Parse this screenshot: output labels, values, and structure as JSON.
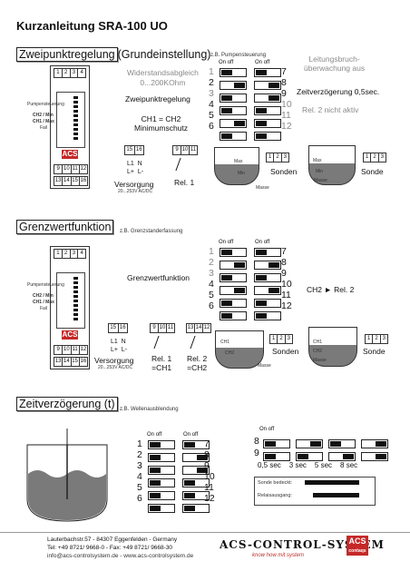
{
  "title": "Kurzanleitung SRA-100 UO",
  "section1": {
    "heading_a": "Zweipunktregelung",
    "heading_b": "(Grundeinstellung)",
    "example": "z.B. Pumpensteuerung",
    "col_on": "On",
    "col_off": "off",
    "left_numbers": [
      "1",
      "2",
      "3",
      "4",
      "5",
      "6"
    ],
    "right_numbers": [
      "7",
      "8",
      "9",
      "10",
      "11",
      "12"
    ],
    "resistance": "Widerstandsabgleich\n0...200KOhm",
    "two_point": "Zweipunktregelung",
    "ch_equal": "CH1 = CH2\nMinimumschutz",
    "wire_break": "Leitungsbruch-\nüberwachung aus",
    "delay": "Zeitverzögerung 0,5sec.",
    "rel2": "Rel. 2 nicht aktiv",
    "supply_terms": [
      "15",
      "16"
    ],
    "supply_label": "L1  N\nL+  L-",
    "supply_name": "Versorgung",
    "supply_range": "20...253V AC/DC",
    "rel_terms": [
      "9",
      "10",
      "11"
    ],
    "rel1": "Rel. 1",
    "sonde_terms": [
      "1",
      "2",
      "3"
    ],
    "sonden": "Sonden",
    "sonde": "Sonde",
    "tank_labels": [
      "Max",
      "Min",
      "Masse"
    ]
  },
  "section2": {
    "heading": "Grenzwertfunktion",
    "example": "z.B. Grenzstanderfassung",
    "col_on": "On",
    "col_off": "off",
    "left_numbers": [
      "1",
      "2",
      "3",
      "4",
      "5",
      "6"
    ],
    "right_numbers": [
      "7",
      "8",
      "9",
      "10",
      "11",
      "12"
    ],
    "limit_fn": "Grenzwertfunktion",
    "ch2_rel2": "CH2  ►  Rel. 2",
    "supply_terms": [
      "15",
      "16"
    ],
    "supply_label": "L1  N\nL+  L-",
    "supply_name": "Versorgung",
    "supply_range": "20...253V AC/DC",
    "rel1_terms": [
      "9",
      "10",
      "11"
    ],
    "rel2_terms": [
      "13",
      "14",
      "12"
    ],
    "rel1": "Rel. 1\n=CH1",
    "rel2": "Rel. 2\n=CH2",
    "sonden": "Sonden",
    "sonde": "Sonde",
    "tank_labels": [
      "CH1",
      "CH2",
      "Masse"
    ]
  },
  "section3": {
    "heading": "Zeitverzögerung (t)",
    "example": "z.B. Wellenausblendung",
    "col_on": "On",
    "col_off": "off",
    "left_numbers": [
      "1",
      "2",
      "3",
      "4",
      "5",
      "6"
    ],
    "right_numbers": [
      "7",
      "8",
      "9",
      "10",
      "11",
      "12"
    ],
    "delay_numbers": [
      "8",
      "9"
    ],
    "delays": [
      "0,5 sec",
      "3 sec",
      "5 sec",
      "8 sec"
    ],
    "probe_covered": "Sonde bedeckt:",
    "relay_output": "Relaisausgang:"
  },
  "device": {
    "top_terms": [
      "1",
      "2",
      "3",
      "4"
    ],
    "mid_terms": [
      "9",
      "10",
      "11",
      "12"
    ],
    "bot_terms": [
      "13",
      "14",
      "15",
      "16"
    ],
    "labels": [
      "Pumpensteuerung",
      "CH2 / Min",
      "CH1 / Max",
      "Fail"
    ],
    "badge": "ACS"
  },
  "footer": {
    "address": "Lauterbachstr.57 - 84307 Eggenfelden - Germany",
    "phone": "Tel: +49 8721/ 9668-0 - Fax: +49 8721/ 9668-30",
    "web": "info@acs-controlsystem.de - www.acs-controlsystem.de",
    "brand": "ACS-CONTROL-SYSTEM",
    "slogan": "know how mit system",
    "logo_top": "ACS",
    "logo_bottom": "contaqs"
  },
  "colors": {
    "accent": "#c62828",
    "grey_text": "#8a8a8a",
    "liquid": "#7a7a7a"
  }
}
